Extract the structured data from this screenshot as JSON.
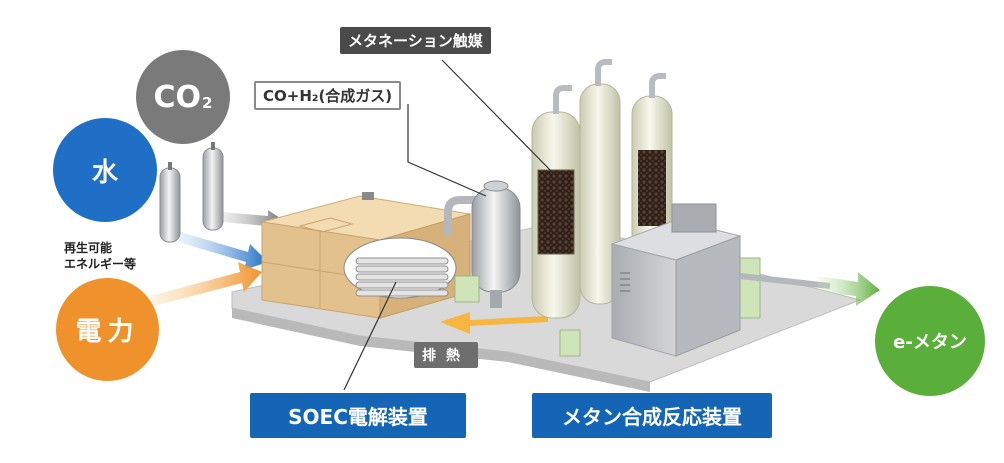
{
  "inputs": {
    "co2": {
      "main": "CO",
      "sub": "2"
    },
    "water": "水",
    "renewable_line1": "再生可能",
    "renewable_line2": "エネルギー等",
    "power": "電力"
  },
  "output": {
    "label": "e-メタン"
  },
  "callouts": {
    "catalyst": "メタネーション触媒",
    "syngas": "CO+H₂(合成ガス)",
    "exhaust_heat": "排熱"
  },
  "equipment_labels": {
    "soec": "SOEC電解装置",
    "methanation": "メタン合成反応装置"
  },
  "colors": {
    "co2": "#7a7a7a",
    "water": "#1f6fc6",
    "power": "#f0922c",
    "output": "#5aae3a",
    "label_box": "#1565b7",
    "dark_tag": "#4a4a4a",
    "exhaust_tag": "#6e6e6e",
    "base": "#d8d8d8",
    "cell_housing": "#f1d8ae",
    "tower": "#ecefd9",
    "catalyst": "#3a2a22",
    "pipe_arrow": "#f6b640"
  }
}
